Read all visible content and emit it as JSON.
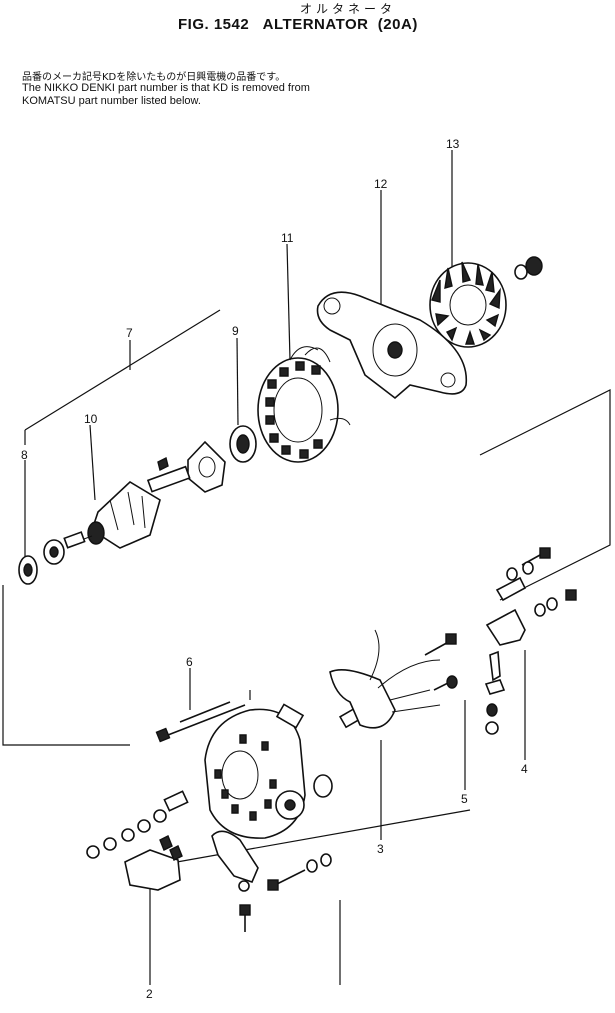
{
  "header": {
    "kana_title": "オルタネータ",
    "figure_title": "FIG. 1542   ALTERNATOR  (20A)"
  },
  "notes": {
    "japanese": "品番のメーカ記号KDを除いたものが日興電機の品番です。",
    "english_line1": "The NIKKO DENKI part number is that KD is removed from",
    "english_line2": "KOMATSU part number listed below."
  },
  "callouts": {
    "c1": "13",
    "c2": "12",
    "c3": "11",
    "c4": "7",
    "c5": "9",
    "c6": "10",
    "c7": "8",
    "c8": "6",
    "c9": "4",
    "c10": "5",
    "c11": "3",
    "c12": "2"
  }
}
